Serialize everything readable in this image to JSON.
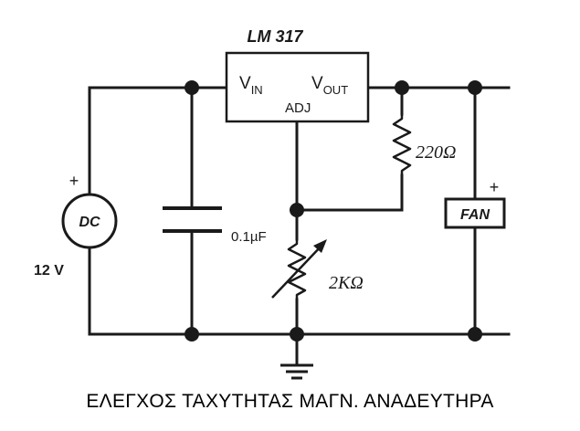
{
  "regulator": {
    "part_label": "LM 317",
    "vin_main": "V",
    "vin_sub": "IN",
    "vout_main": "V",
    "vout_sub": "OUT",
    "adj_label": "ADJ"
  },
  "source": {
    "label": "DC",
    "plus": "+",
    "voltage": "12 V"
  },
  "capacitor": {
    "value": "0.1µF"
  },
  "resistor_fixed": {
    "value": "220Ω"
  },
  "potentiometer": {
    "value": "2KΩ"
  },
  "load": {
    "label": "FAN",
    "plus": "+"
  },
  "caption": "ΕΛΕΓΧΟΣ ΤΑΧΥΤΗΤΑΣ ΜΑΓΝ. ΑΝΑΔΕΥΤΗΡΑ"
}
